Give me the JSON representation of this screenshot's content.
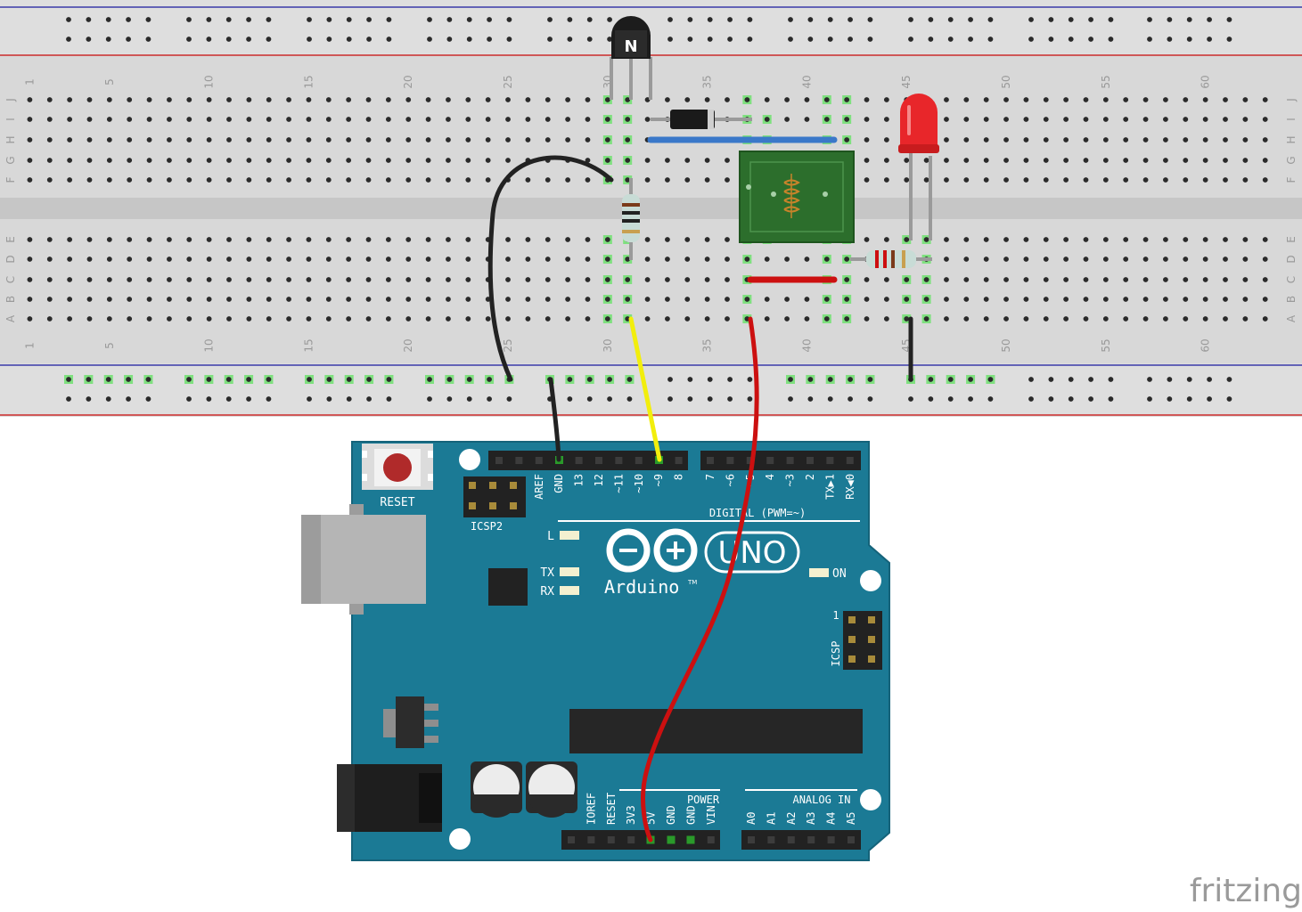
{
  "breadboard": {
    "column_labels": [
      "1",
      "5",
      "10",
      "15",
      "20",
      "25",
      "30",
      "35",
      "40",
      "45",
      "50",
      "55",
      "60"
    ],
    "row_labels_top": [
      "J",
      "I",
      "H",
      "G",
      "F"
    ],
    "row_labels_bottom": [
      "E",
      "D",
      "C",
      "B",
      "A"
    ]
  },
  "arduino": {
    "reset_label": "RESET",
    "icsp2_label": "ICSP2",
    "icsp_label": "ICSP",
    "icsp_pin1_label": "1",
    "l_label": "L",
    "tx_label": "TX",
    "rx_label": "RX",
    "on_label": "ON",
    "logo_text": "Arduino",
    "tm_text": "TM",
    "uno_text": "UNO",
    "digital_label": "DIGITAL (PWM=~)",
    "power_label": "POWER",
    "analog_label": "ANALOG IN",
    "digital_pins_left": [
      "AREF",
      "GND",
      "13",
      "12",
      "~11",
      "~10",
      "~9",
      "8"
    ],
    "digital_pins_right": [
      "7",
      "~6",
      "~5",
      "4",
      "~3",
      "2",
      "TX▶1",
      "RX◀0"
    ],
    "power_pins": [
      "IOREF",
      "RESET",
      "3V3",
      "5V",
      "GND",
      "GND",
      "VIN"
    ],
    "analog_pins": [
      "A0",
      "A1",
      "A2",
      "A3",
      "A4",
      "A5"
    ]
  },
  "components": {
    "transistor_label": "N"
  },
  "colors": {
    "board": "#1b7a95",
    "wire_black": "#222222",
    "wire_yellow": "#f2ee0c",
    "wire_red": "#cc1010",
    "wire_blue": "#3a78c9",
    "led": "#e8262a",
    "relay": "#2f7a2f"
  },
  "watermark": "fritzing"
}
